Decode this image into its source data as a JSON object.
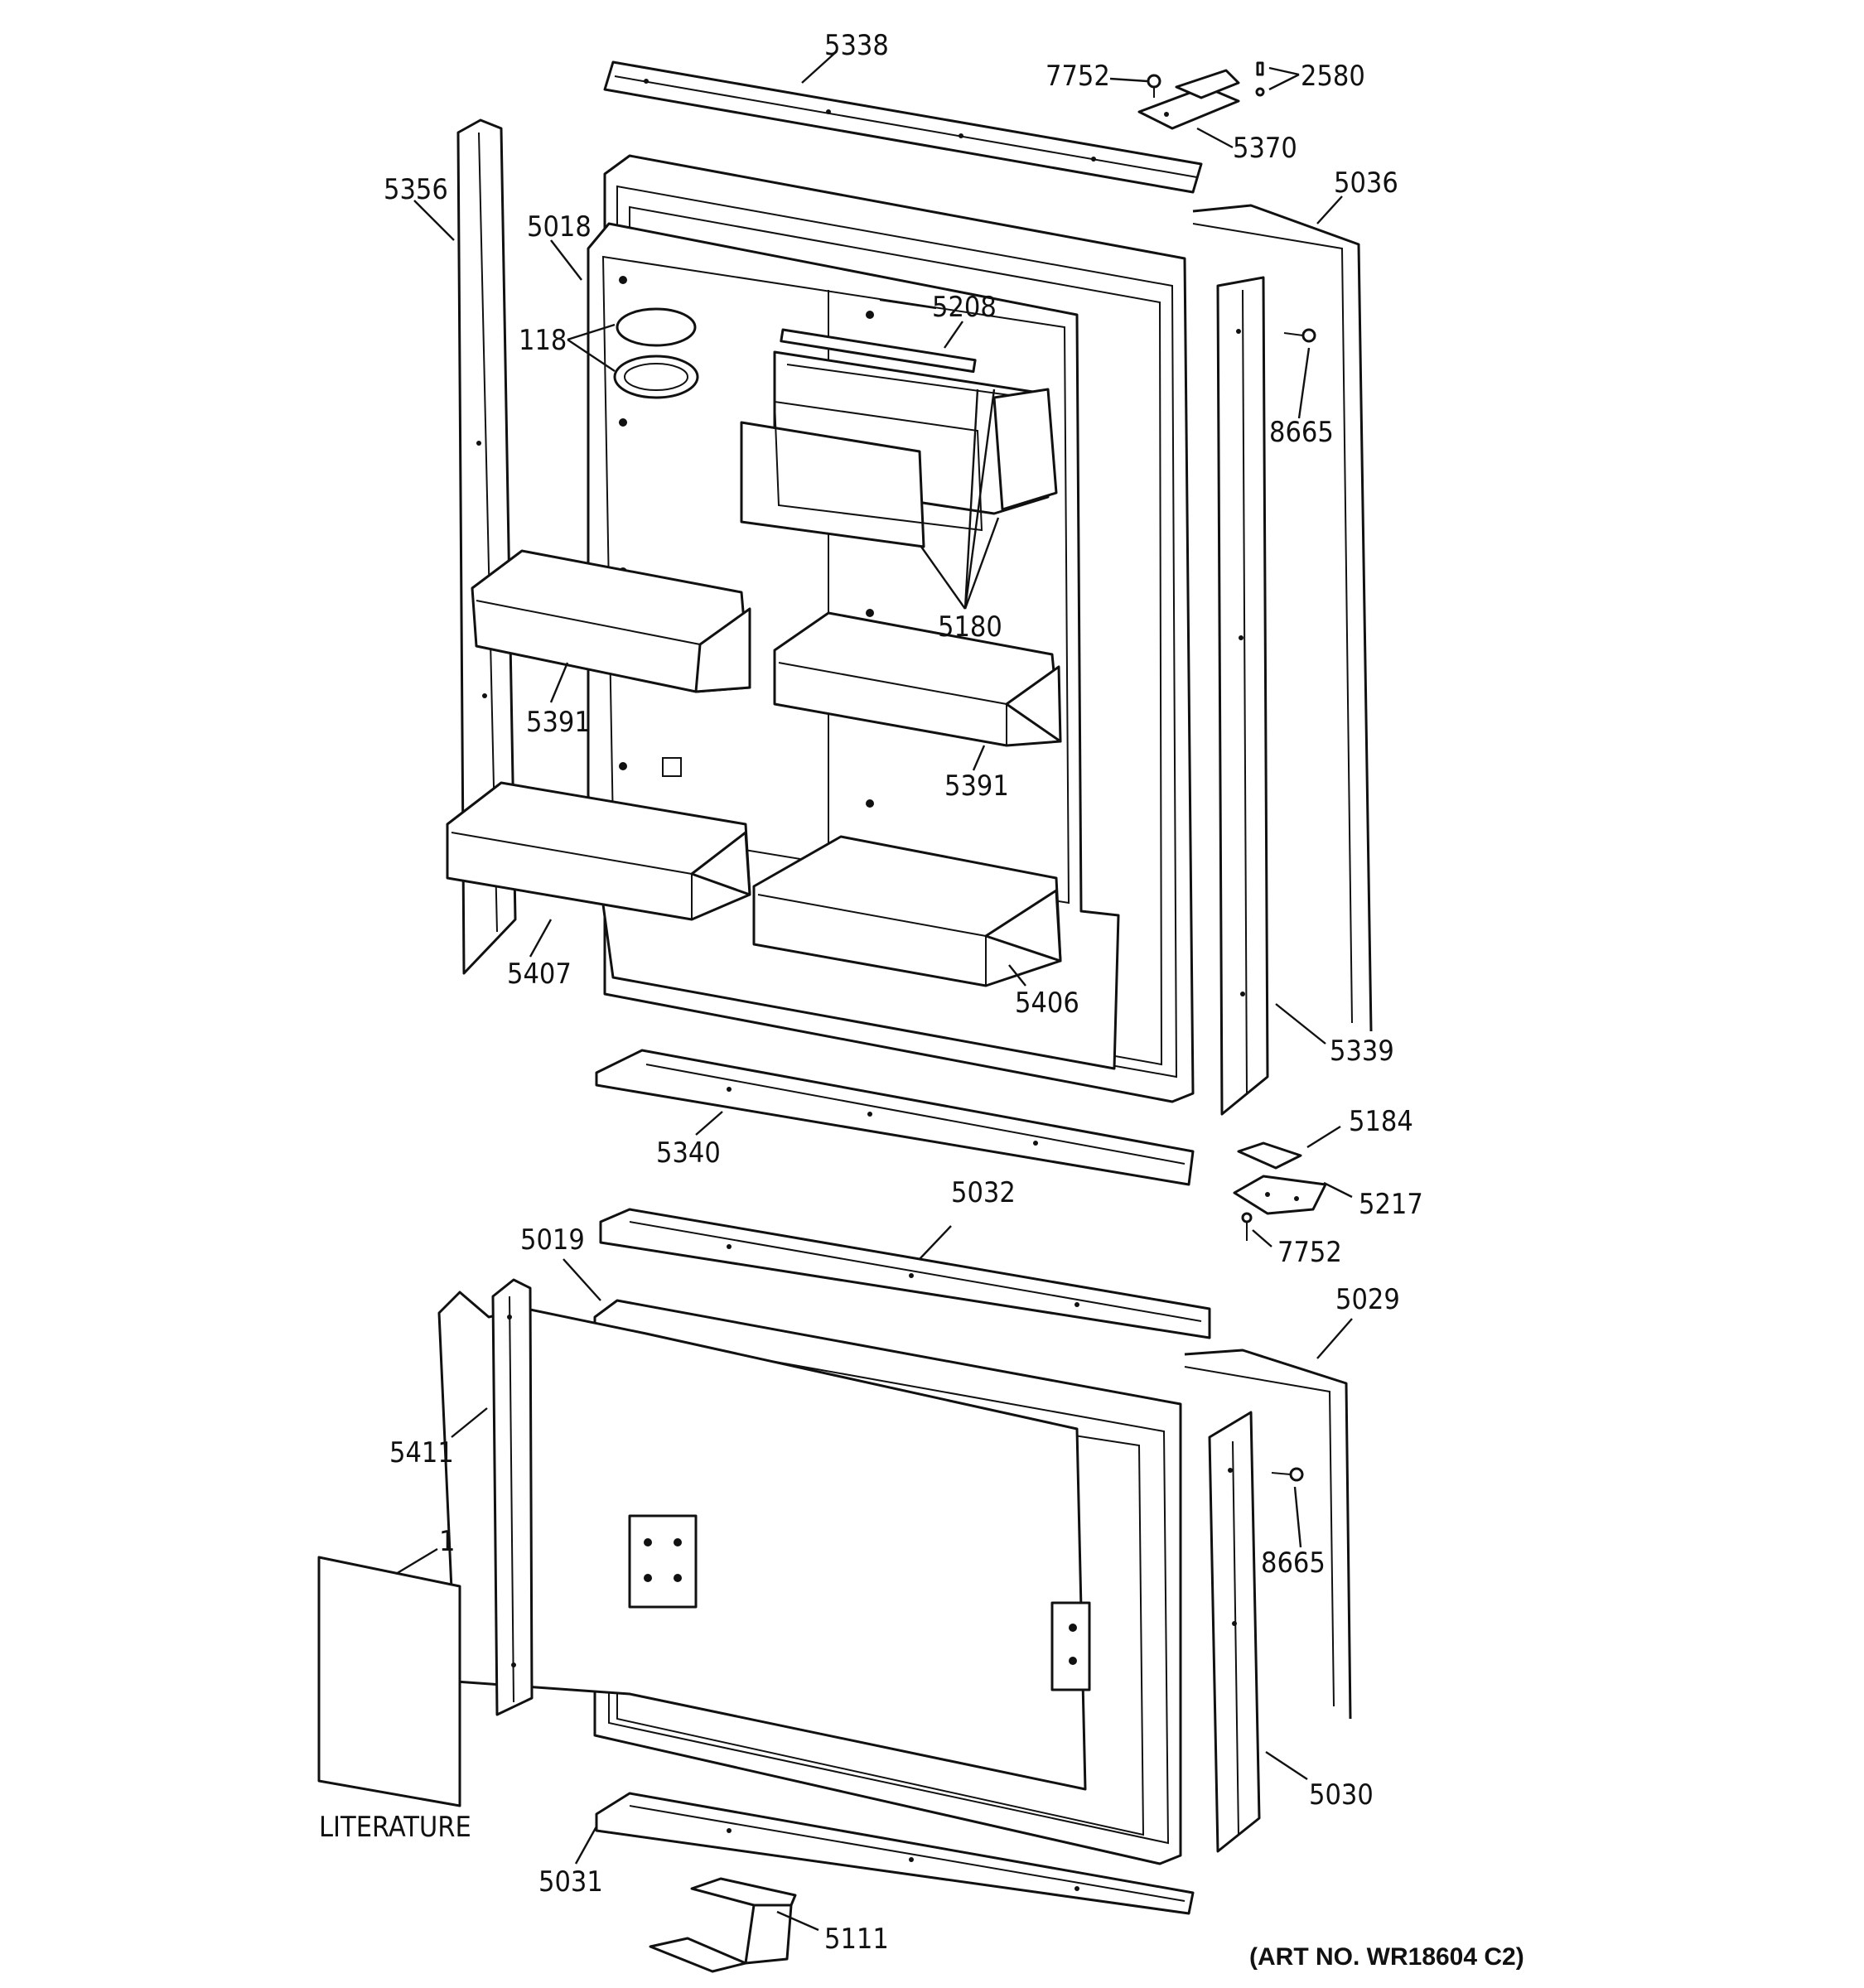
{
  "diagram": {
    "type": "exploded-parts-view",
    "art_number": "(ART NO. WR18604 C2)",
    "literature_label": "LITERATURE",
    "part_labels": {
      "p5338": "5338",
      "p7752_top": "7752",
      "p2580": "2580",
      "p5370": "5370",
      "p5356": "5356",
      "p5036": "5036",
      "p5018": "5018",
      "p5208": "5208",
      "p118": "118",
      "p8665_top": "8665",
      "p5180": "5180",
      "p5391_left": "5391",
      "p5391_right": "5391",
      "p5407": "5407",
      "p5406": "5406",
      "p5339": "5339",
      "p5340": "5340",
      "p5184": "5184",
      "p5217": "5217",
      "p7752_bottom": "7752",
      "p5032": "5032",
      "p5019": "5019",
      "p5029": "5029",
      "p5411": "5411",
      "p1": "1",
      "p8665_bottom": "8665",
      "p5030": "5030",
      "p5031": "5031",
      "p5111": "5111"
    }
  }
}
